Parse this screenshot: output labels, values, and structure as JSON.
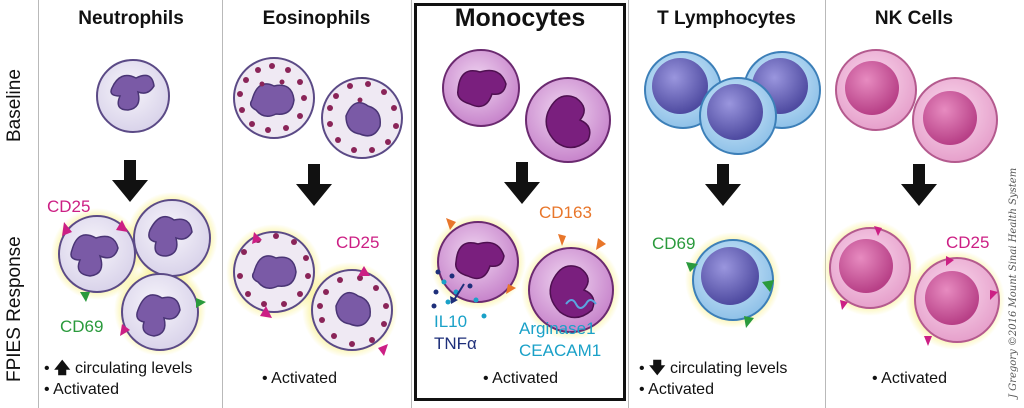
{
  "columns": [
    {
      "title": "Neutrophils"
    },
    {
      "title": "Eosinophils"
    },
    {
      "title": "Monocytes"
    },
    {
      "title": "T Lymphocytes"
    },
    {
      "title": "NK Cells"
    }
  ],
  "rows": {
    "baseline": "Baseline",
    "response": "FPIES Response"
  },
  "markers": {
    "neut_cd25": "CD25",
    "neut_cd69": "CD69",
    "eos_cd25": "CD25",
    "mono_cd163": "CD163",
    "mono_il10": "IL10",
    "mono_tnfa": "TNFα",
    "mono_arginase": "Arginase1",
    "mono_ceacam": "CEACAM1",
    "t_cd69": "CD69",
    "nk_cd25": "CD25"
  },
  "notes": {
    "neut_line1": "• ",
    "neut_up_arrow": "🡅",
    "neut_line1_text": " circulating levels",
    "neut_line2": "• Activated",
    "eos": "• Activated",
    "mono": "• Activated",
    "t_line1": "• ",
    "t_down_arrow": "🡇",
    "t_line1_text": " circulating levels",
    "t_line2": "• Activated",
    "nk": "• Activated"
  },
  "credit": "J Gregory ©2016 Mount Sinai Health System",
  "colors": {
    "neutrophil_fill": "#ece9f3",
    "nucleus_purple": "#6e4a9a",
    "eos_granule": "#8a2458",
    "monocyte_fill": "#cd98d0",
    "monocyte_nucleus": "#7a1f7e",
    "t_cell_fill": "#a9d1ef",
    "t_cell_nucleus": "#6a64b6",
    "nk_fill": "#eeb4d6",
    "nk_nucleus": "#cf5d9e",
    "glow": "#f8ee7a",
    "cd25_magenta": "#cc1f84",
    "cd69_green": "#2a9a3c",
    "cd163_orange": "#e8762a",
    "cyan_text": "#1aa1c8",
    "navy_text": "#1e2f7a"
  }
}
